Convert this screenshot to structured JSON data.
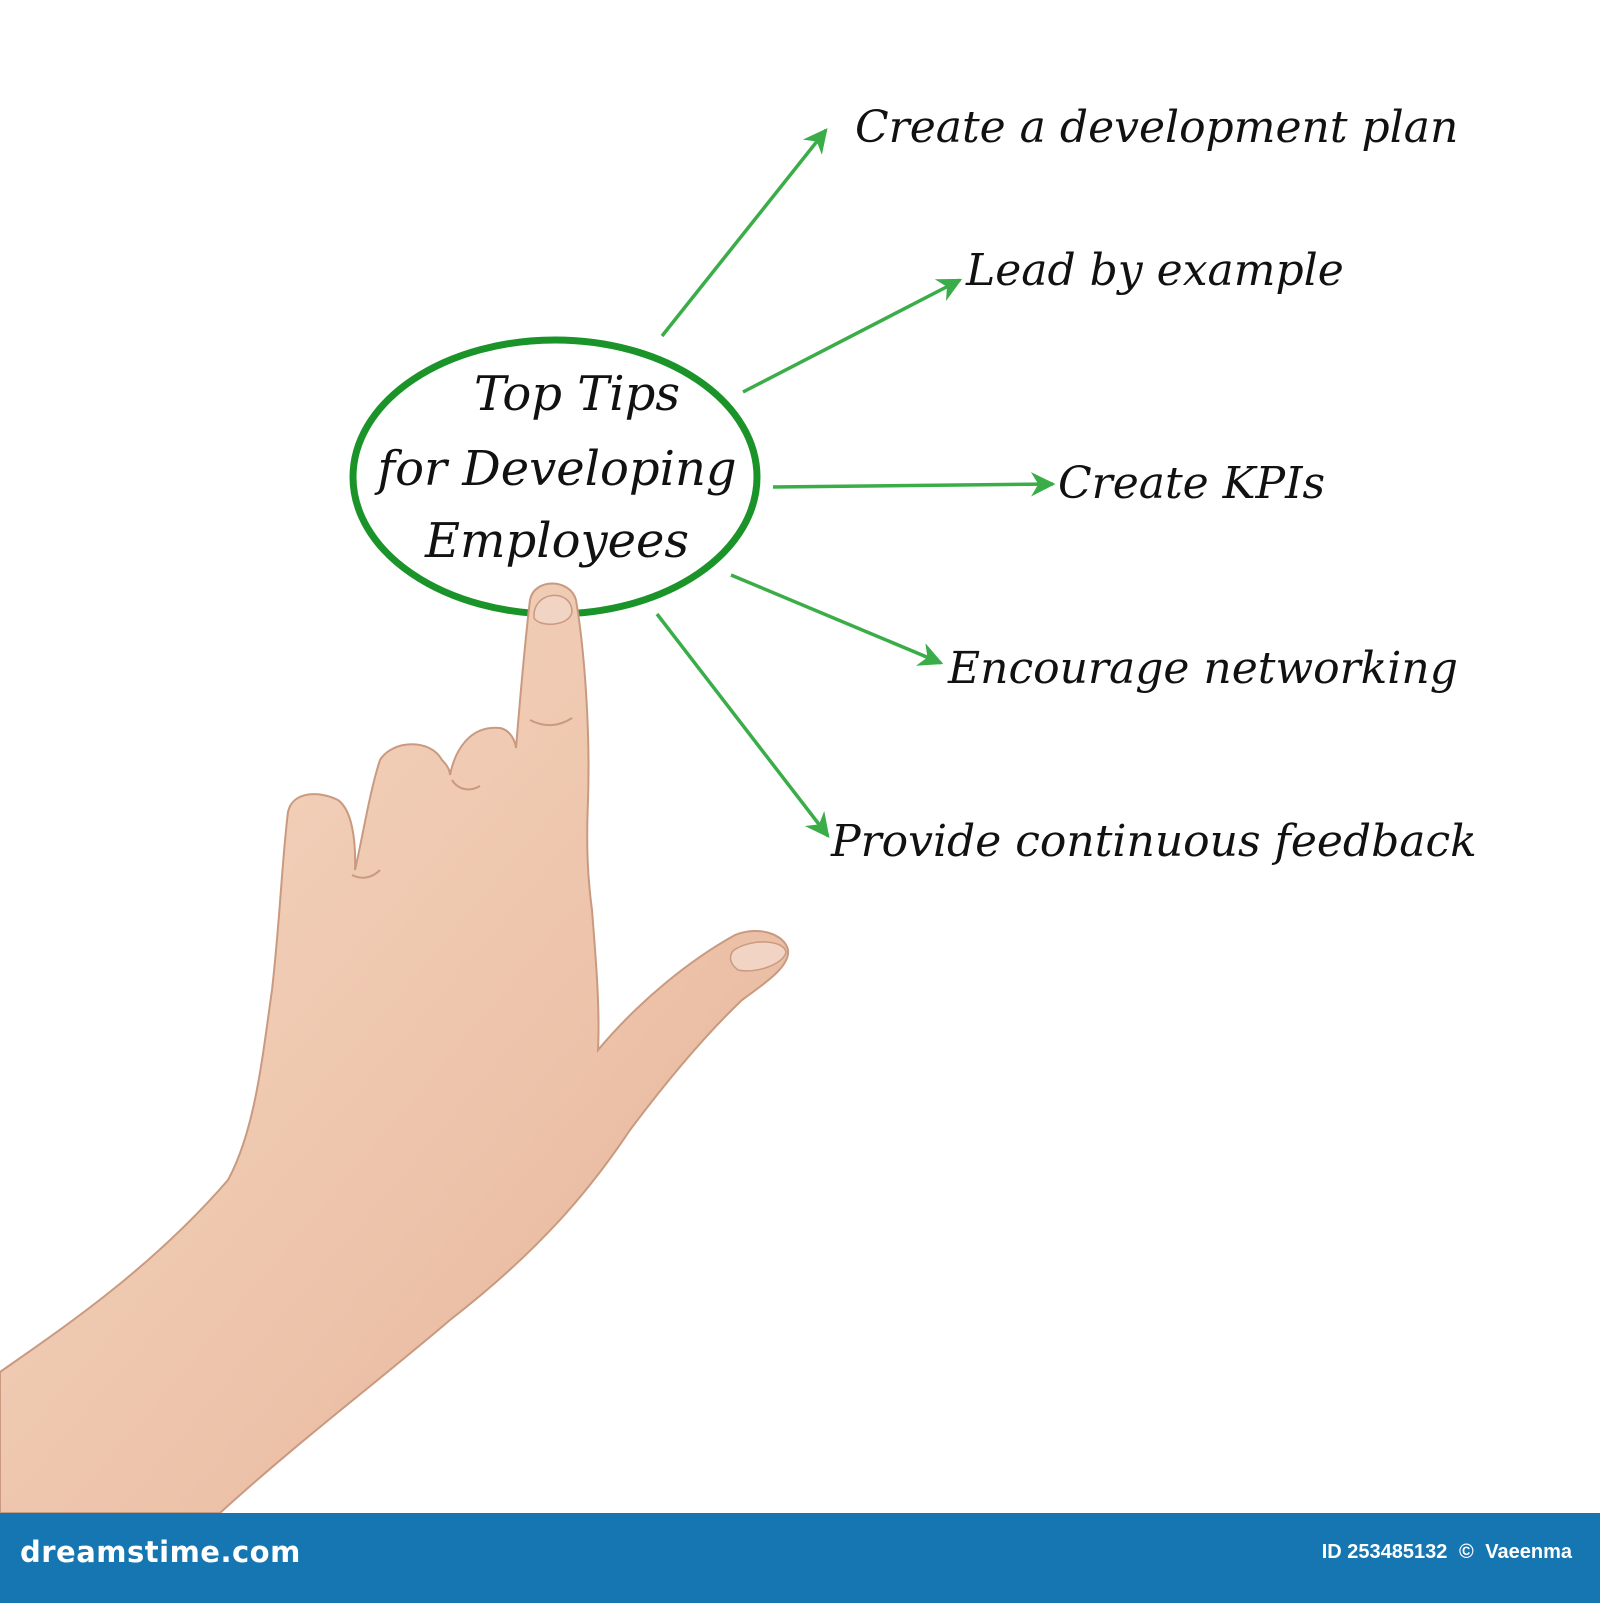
{
  "diagram": {
    "title_lines": [
      "Top Tips",
      "for Developing",
      "Employees"
    ],
    "tips": [
      "Create a development plan",
      "Lead by example",
      "Create KPIs",
      "Encourage networking",
      "Provide continuous feedback"
    ],
    "colors": {
      "ellipse_stroke": "#1a9429",
      "arrow": "#3aad48",
      "text": "#111111"
    }
  },
  "footer": {
    "logo": "dreamstime.com",
    "image_id": "ID 253485132",
    "copyright_symbol": "©",
    "author": "Vaeenma",
    "background": "#1676b1"
  }
}
